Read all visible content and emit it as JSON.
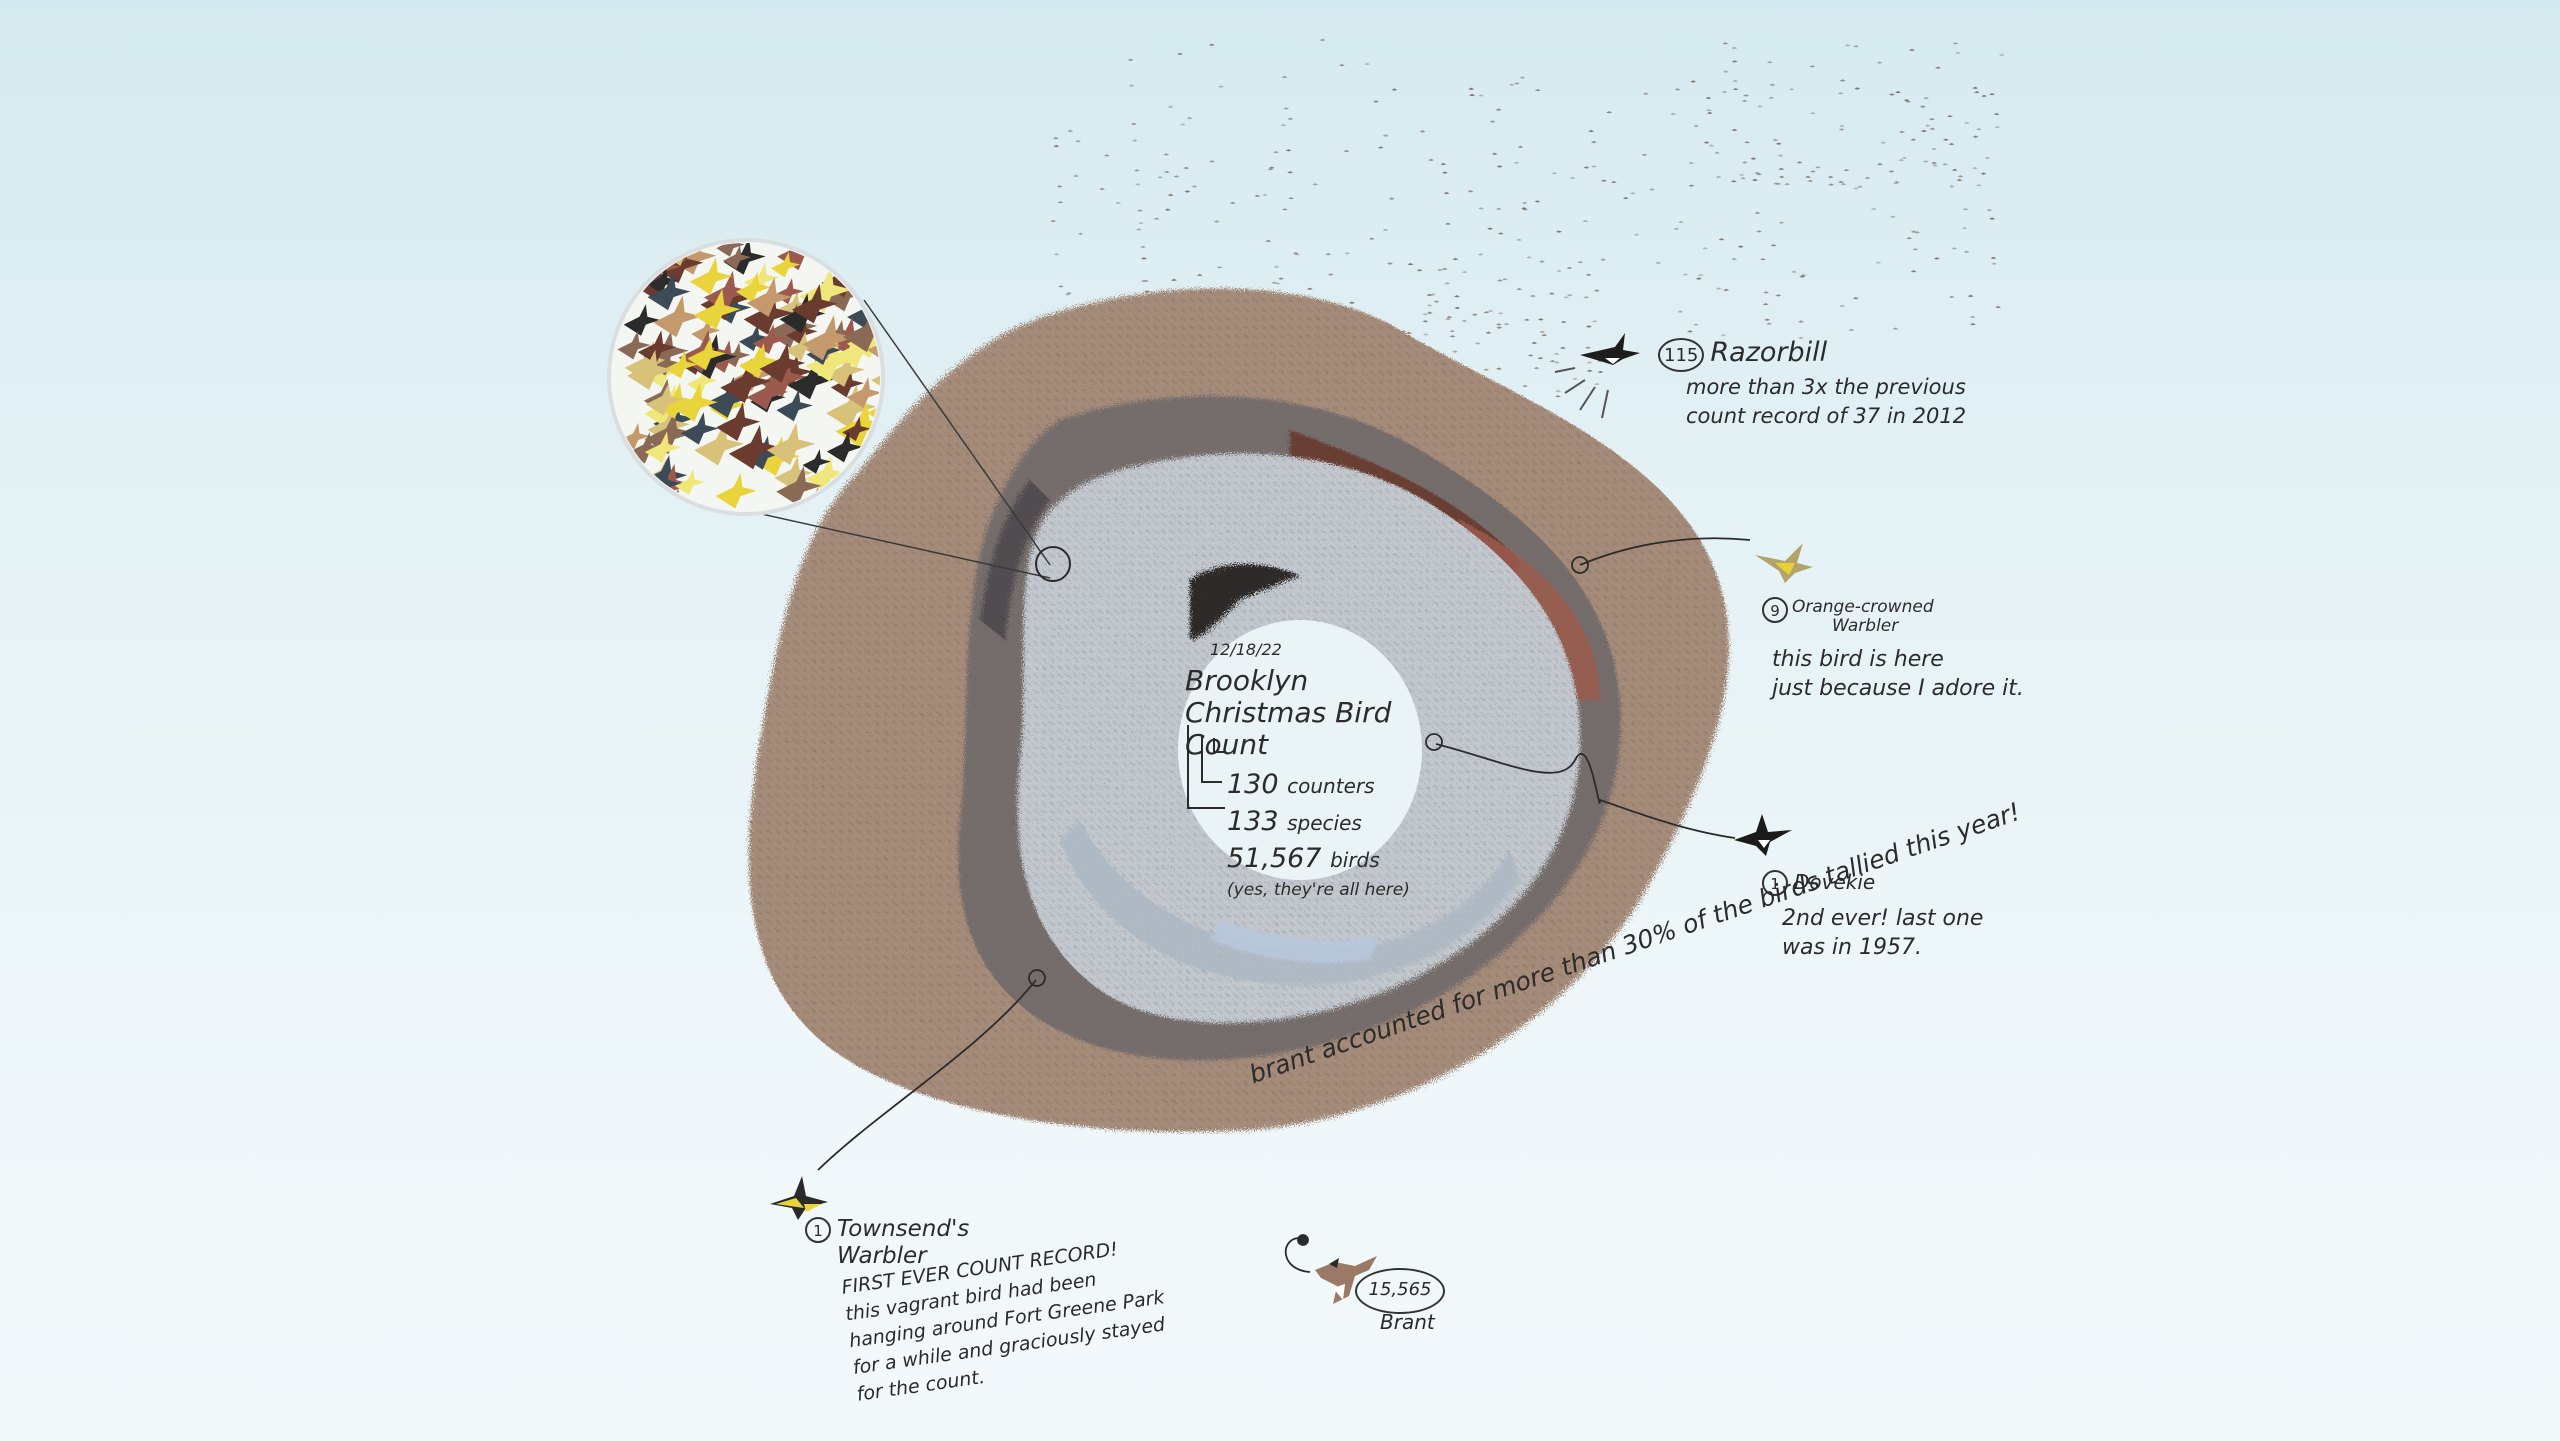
{
  "colors": {
    "outer_ring": "#a48b7a",
    "inner_ring": "#c2c8cd",
    "accent_yellow": "#e8d24a",
    "ink": "#2b2b2b"
  },
  "center": {
    "date": "12/18/22",
    "title_line1": "Brooklyn",
    "title_line2": "Christmas Bird Count",
    "counters_value": "130",
    "counters_unit": "counters",
    "species_value": "133",
    "species_unit": "species",
    "birds_value": "51,567",
    "birds_unit": "birds",
    "note": "(yes, they're all here)"
  },
  "razorbill": {
    "count": "115",
    "name": "Razorbill",
    "note_line1": "more than 3x the previous",
    "note_line2": "count record of 37 in 2012"
  },
  "orange_crowned": {
    "count": "9",
    "name_line1": "Orange-crowned",
    "name_line2": "Warbler",
    "note_line1": "this bird is here",
    "note_line2": "just because I adore it."
  },
  "dovekie": {
    "count": "1",
    "name": "Dovekie",
    "note_line1": "2nd ever! last one",
    "note_line2": "was in 1957."
  },
  "townsend": {
    "count": "1",
    "name_line1": "Townsend's",
    "name_line2": "Warbler",
    "line1": "FIRST EVER COUNT RECORD!",
    "line2": "this vagrant bird had been",
    "line3": "hanging around Fort Greene Park",
    "line4": "for a while and graciously stayed",
    "line5": "for the count."
  },
  "brant": {
    "note": "brant accounted for more than 30% of the birds tallied this year!",
    "count": "15,565",
    "name": "Brant"
  },
  "icons": [
    "razorbill-icon",
    "orange-crowned-warbler-icon",
    "dovekie-icon",
    "townsends-warbler-icon",
    "brant-icon",
    "zoom-magnifier-icon"
  ]
}
